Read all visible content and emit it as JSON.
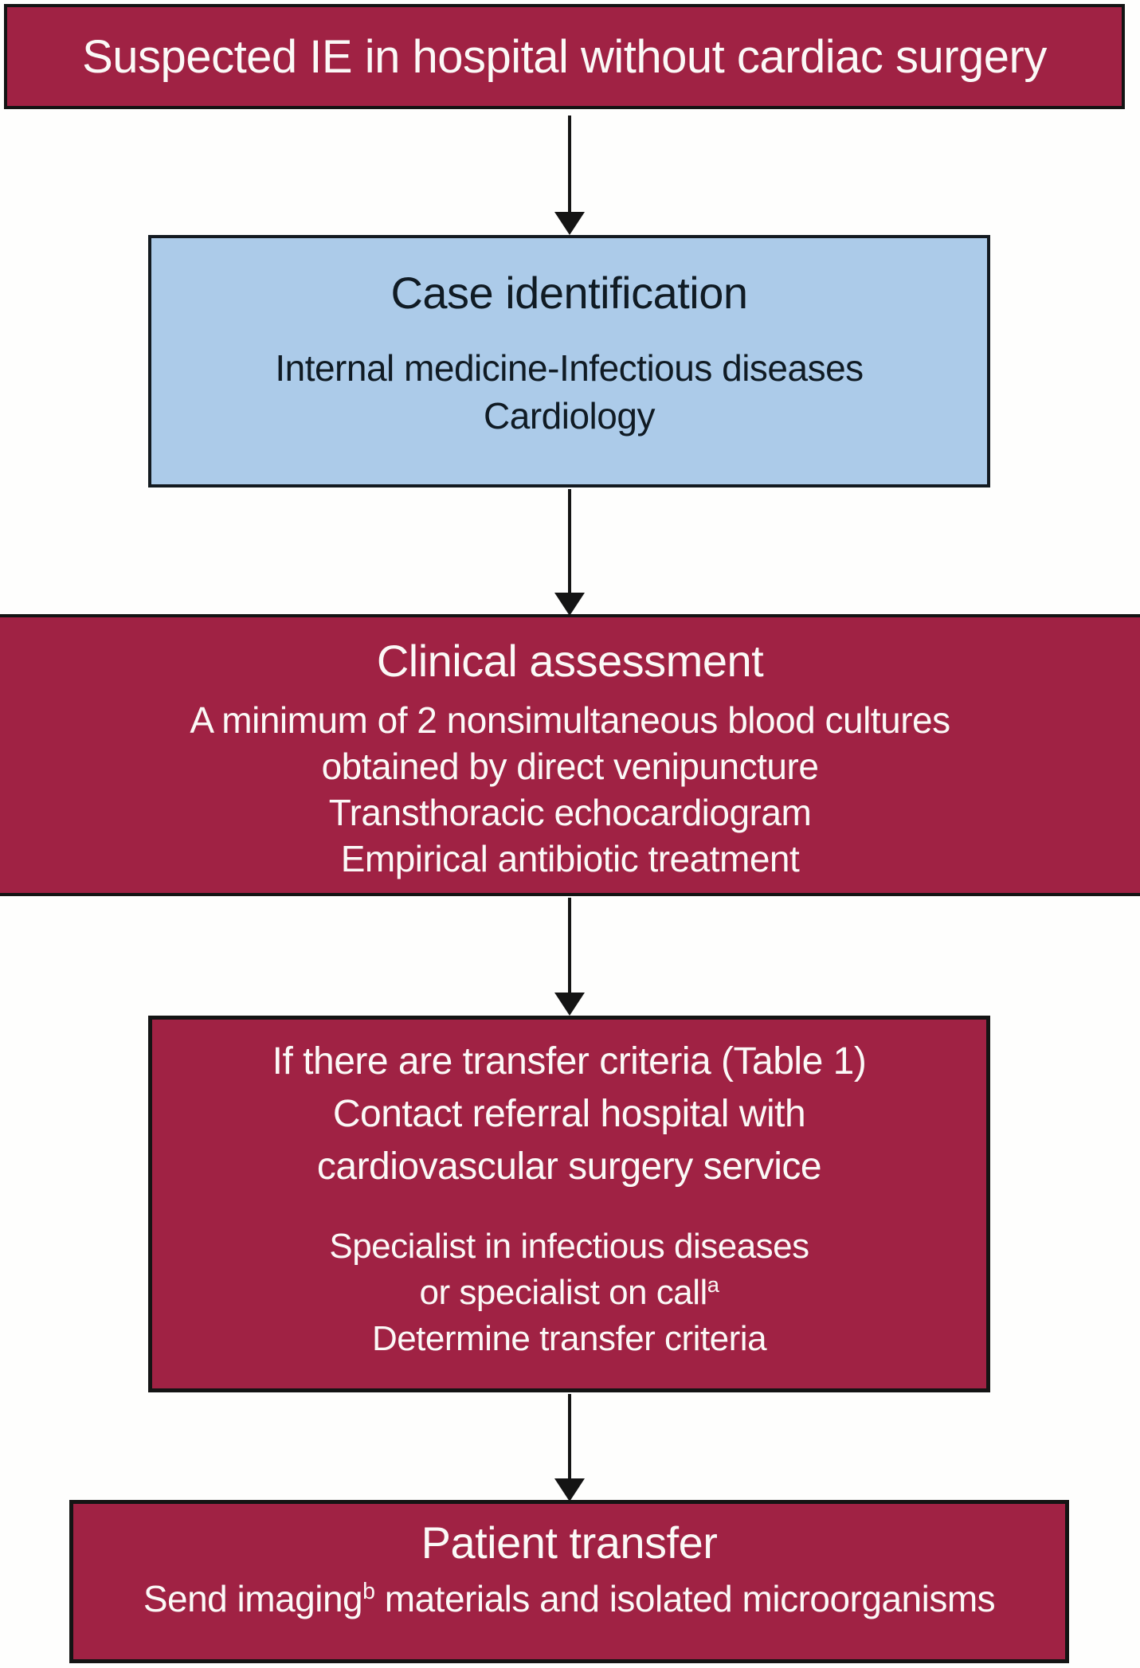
{
  "figure": {
    "type": "flowchart",
    "banner_text": "Suspected IE in hospital without cardiac surgery"
  },
  "nodes": {
    "case_identification": {
      "title": "Case identification",
      "lines": [
        "Internal medicine-Infectious diseases",
        "Cardiology"
      ]
    },
    "clinical_assessment": {
      "title": "Clinical assessment",
      "lines": [
        "A minimum of 2 nonsimultaneous blood cultures",
        "obtained by direct venipuncture",
        "Transthoracic echocardiogram",
        "Empirical antibiotic treatment"
      ]
    },
    "transfer_criteria": {
      "primary_lines": [
        "If there are transfer criteria (Table 1)",
        "Contact referral hospital with",
        "cardiovascular surgery service"
      ],
      "secondary_lines": [
        "Specialist in infectious diseases",
        "or specialist on call",
        "Determine transfer criteria"
      ],
      "secondary_superscript": "a"
    },
    "patient_transfer": {
      "title": "Patient transfer",
      "line_prefix": "Send imaging",
      "line_superscript": "b",
      "line_suffix": " materials and isolated microorganisms"
    }
  },
  "colors": {
    "maroon": "#a02244",
    "light_blue": "#accbe9",
    "border_black": "#141414",
    "text_dark": "#101b24",
    "text_light": "#fbf9f7",
    "background": "#fefefd"
  }
}
